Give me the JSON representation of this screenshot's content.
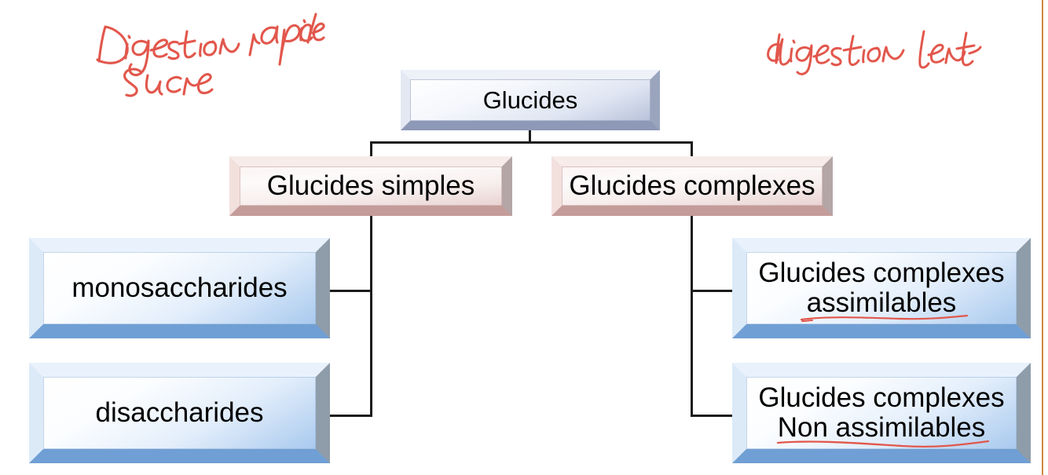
{
  "diagram": {
    "title": "Glucides classification tree",
    "background_color": "#ffffff",
    "edge_rule_color": "#d2853f",
    "connector_color": "#1c1c1c",
    "ink_color": "#e2574c",
    "nodes": {
      "root": {
        "label": "Glucides",
        "style": "steel"
      },
      "simple": {
        "label": "Glucides simples",
        "style": "rose"
      },
      "complex": {
        "label": "Glucides complexes",
        "style": "rose"
      },
      "mono": {
        "label": "monosaccharides",
        "style": "blue"
      },
      "di": {
        "label": "disaccharides",
        "style": "blue"
      },
      "assimilable_line1": "Glucides complexes",
      "assimilable_line2": "assimilables",
      "non_assimilable_line1": "Glucides complexes",
      "non_assimilable_line2": "Non assimilables"
    },
    "annotations": {
      "left_line1": "Digestion rapide",
      "left_line2": "sucre",
      "right_line1": "digestion lente"
    }
  }
}
